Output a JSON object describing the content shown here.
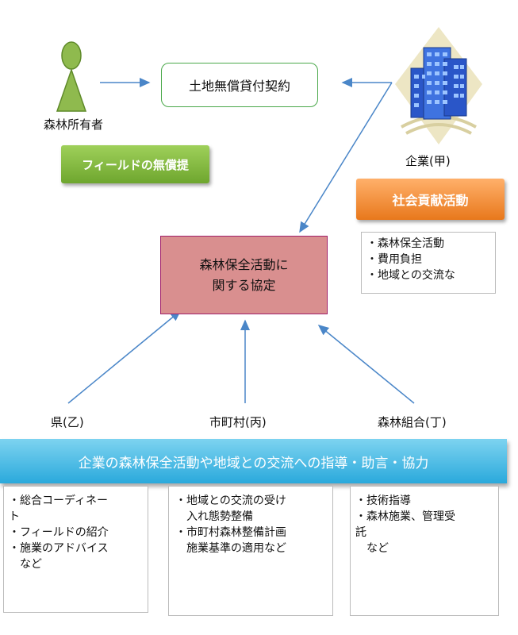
{
  "forest_owner": {
    "label": "森林所有者"
  },
  "field_provision": {
    "label": "フィールドの無償提"
  },
  "contract": {
    "label": "土地無償貸付契約"
  },
  "company": {
    "label": "企業(甲)"
  },
  "social_contribution": {
    "label": "社会貢献活動"
  },
  "company_activities": {
    "text": "・森林保全活動\n・費用負担\n・地域との交流な"
  },
  "agreement": {
    "text": "森林保全活動に\n関する協定"
  },
  "parties": {
    "prefecture": "県(乙)",
    "municipality": "市町村(丙)",
    "forest_union": "森林組合(丁)"
  },
  "support_banner": {
    "text": "企業の森林保全活動や地域との交流への指導・助言・協力"
  },
  "support_lists": {
    "prefecture": "・総合コーディネー\nト\n・フィールドの紹介\n・施業のアドバイス\n　など",
    "municipality": "・地域との交流の受け\n　入れ態勢整備\n・市町村森林整備計画\n　施業基準の適用など",
    "forest_union": "・技術指導\n・森林施業、管理受\n託\n　など"
  },
  "colors": {
    "arrow": "#4a86c8",
    "person": "#8fba4e",
    "green_button": "#7cb53c",
    "orange_button": "#f08a2c",
    "agreement_fill": "#d98f8f",
    "banner": "#3bb5e2"
  }
}
